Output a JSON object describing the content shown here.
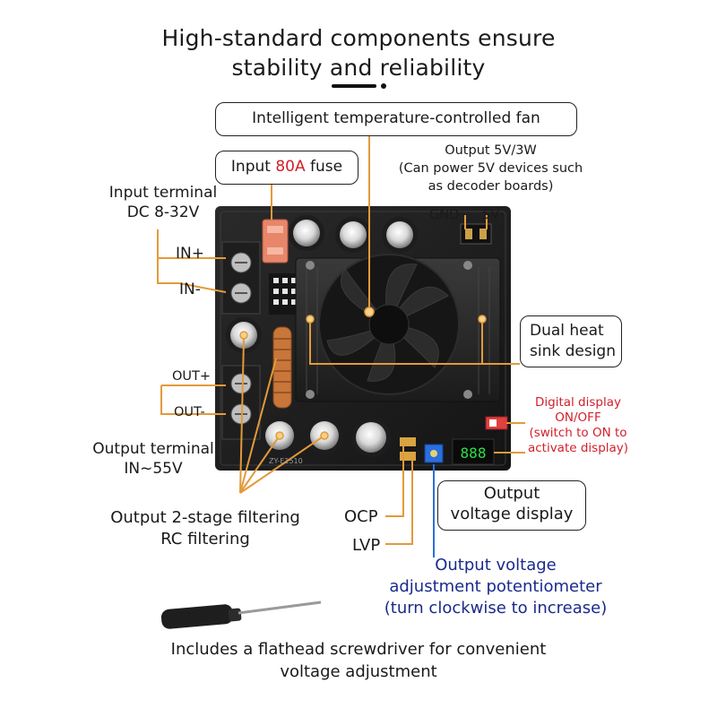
{
  "title": {
    "line1": "High-standard components ensure",
    "line2": "stability and reliability"
  },
  "callouts": {
    "fan": "Intelligent temperature-controlled fan",
    "fuse_pre": "Input ",
    "fuse_highlight": "80A",
    "fuse_post": " fuse",
    "output5v": {
      "line1": "Output 5V/3W",
      "line2": "(Can power 5V devices such",
      "line3": "as decoder boards)"
    },
    "gnd": "GND",
    "v5": "5V",
    "input_terminal": {
      "line1": "Input terminal",
      "line2": "DC 8-32V"
    },
    "in_plus": "IN+",
    "in_minus": "IN-",
    "heat_sink": {
      "line1": "Dual heat",
      "line2": "sink design"
    },
    "out_plus": "OUT+",
    "out_minus": "OUT-",
    "display_switch": {
      "line1": "Digital display",
      "line2": "ON/OFF",
      "line3": "(switch to ON to",
      "line4": "activate display)"
    },
    "output_terminal": {
      "line1": "Output terminal",
      "line2": "IN~55V"
    },
    "voltage_display": {
      "line1": "Output",
      "line2": "voltage display"
    },
    "filtering": {
      "line1": "Output 2-stage filtering",
      "line2": "RC filtering"
    },
    "ocp": "OCP",
    "lvp": "LVP",
    "potentiometer": {
      "line1": "Output voltage",
      "line2": "adjustment potentiometer",
      "line3": "(turn clockwise to increase)"
    },
    "screwdriver": {
      "line1": "Includes a flathead screwdriver for convenient",
      "line2": "voltage adjustment"
    }
  },
  "board_silkscreen": "ZY-E1510",
  "colors": {
    "leader": "#e39a3a",
    "accent_red": "#d21f2a",
    "accent_navy": "#1a2a8c",
    "accent_blue": "#2a6fe0",
    "display_green": "#2de04a"
  }
}
